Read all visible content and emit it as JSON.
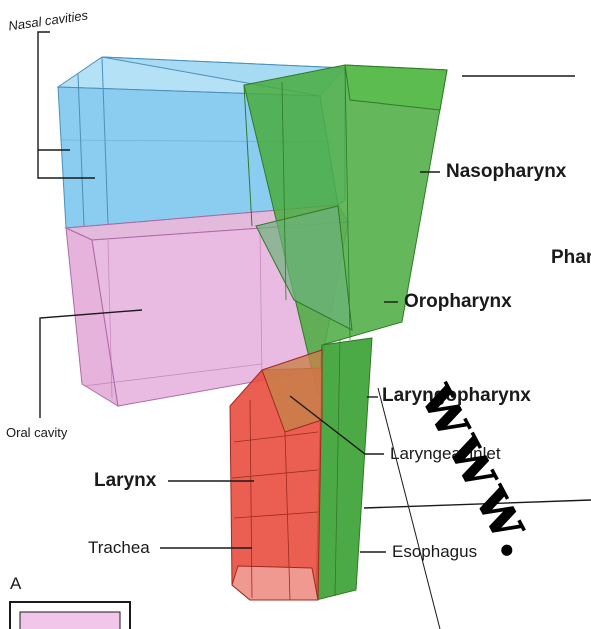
{
  "labels": {
    "nasal_cavities": "Nasal cavities",
    "nasopharynx": "Nasopharynx",
    "pharynx": "Phar",
    "oropharynx": "Oropharynx",
    "laryngopharynx": "Laryngopharynx",
    "laryngeal_inlet": "Laryngeal inlet",
    "oral_cavity": "Oral cavity",
    "larynx": "Larynx",
    "trachea": "Trachea",
    "esophagus": "Esophagus",
    "panel_letter": "A"
  },
  "watermark": "www.",
  "colors": {
    "nasal": "#7ec8ee",
    "oral": "#e8a9dc",
    "pharynx": "#4caf3e",
    "larynx": "#e8483a",
    "line": "#1a1a1a"
  }
}
